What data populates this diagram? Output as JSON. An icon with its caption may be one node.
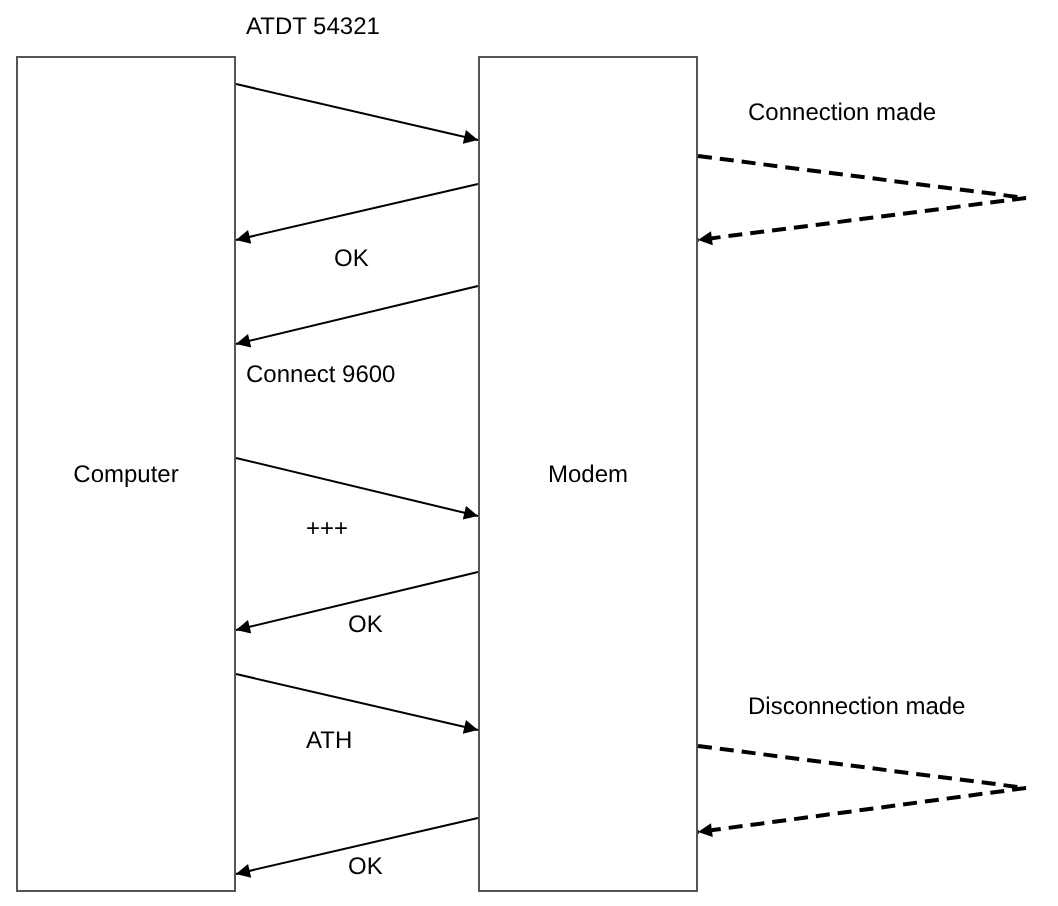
{
  "diagram": {
    "nodes": [
      {
        "text": [
          "Computer"
        ]
      },
      {
        "text": [
          "Modem"
        ]
      }
    ],
    "edges": [
      {
        "from": 0,
        "to": 1,
        "arrow": "to",
        "label": "ATDT 54321"
      },
      {
        "from": 1,
        "to": 0,
        "arrow": "to",
        "label": "OK"
      },
      {
        "from": 1,
        "to": 0,
        "arrow": "to",
        "label": "Connect 9600"
      },
      {
        "from": 0,
        "to": 1,
        "arrow": "to",
        "label": "+++"
      },
      {
        "from": 1,
        "to": 0,
        "arrow": "to",
        "label": "OK"
      },
      {
        "from": 0,
        "to": 1,
        "arrow": "to",
        "label": "ATH"
      },
      {
        "from": 1,
        "to": 0,
        "arrow": "to",
        "label": "OK"
      },
      {
        "from": 1,
        "to": null,
        "arrow": "none",
        "style": "dashed"
      },
      {
        "from": null,
        "to": 1,
        "arrow": "to",
        "style": "dashed"
      },
      {
        "from": 1,
        "to": null,
        "arrow": "none",
        "style": "dashed"
      },
      {
        "from": null,
        "to": 1,
        "arrow": "to",
        "style": "dashed"
      }
    ],
    "labels": [
      "Connection made",
      "Disconnection made"
    ]
  }
}
